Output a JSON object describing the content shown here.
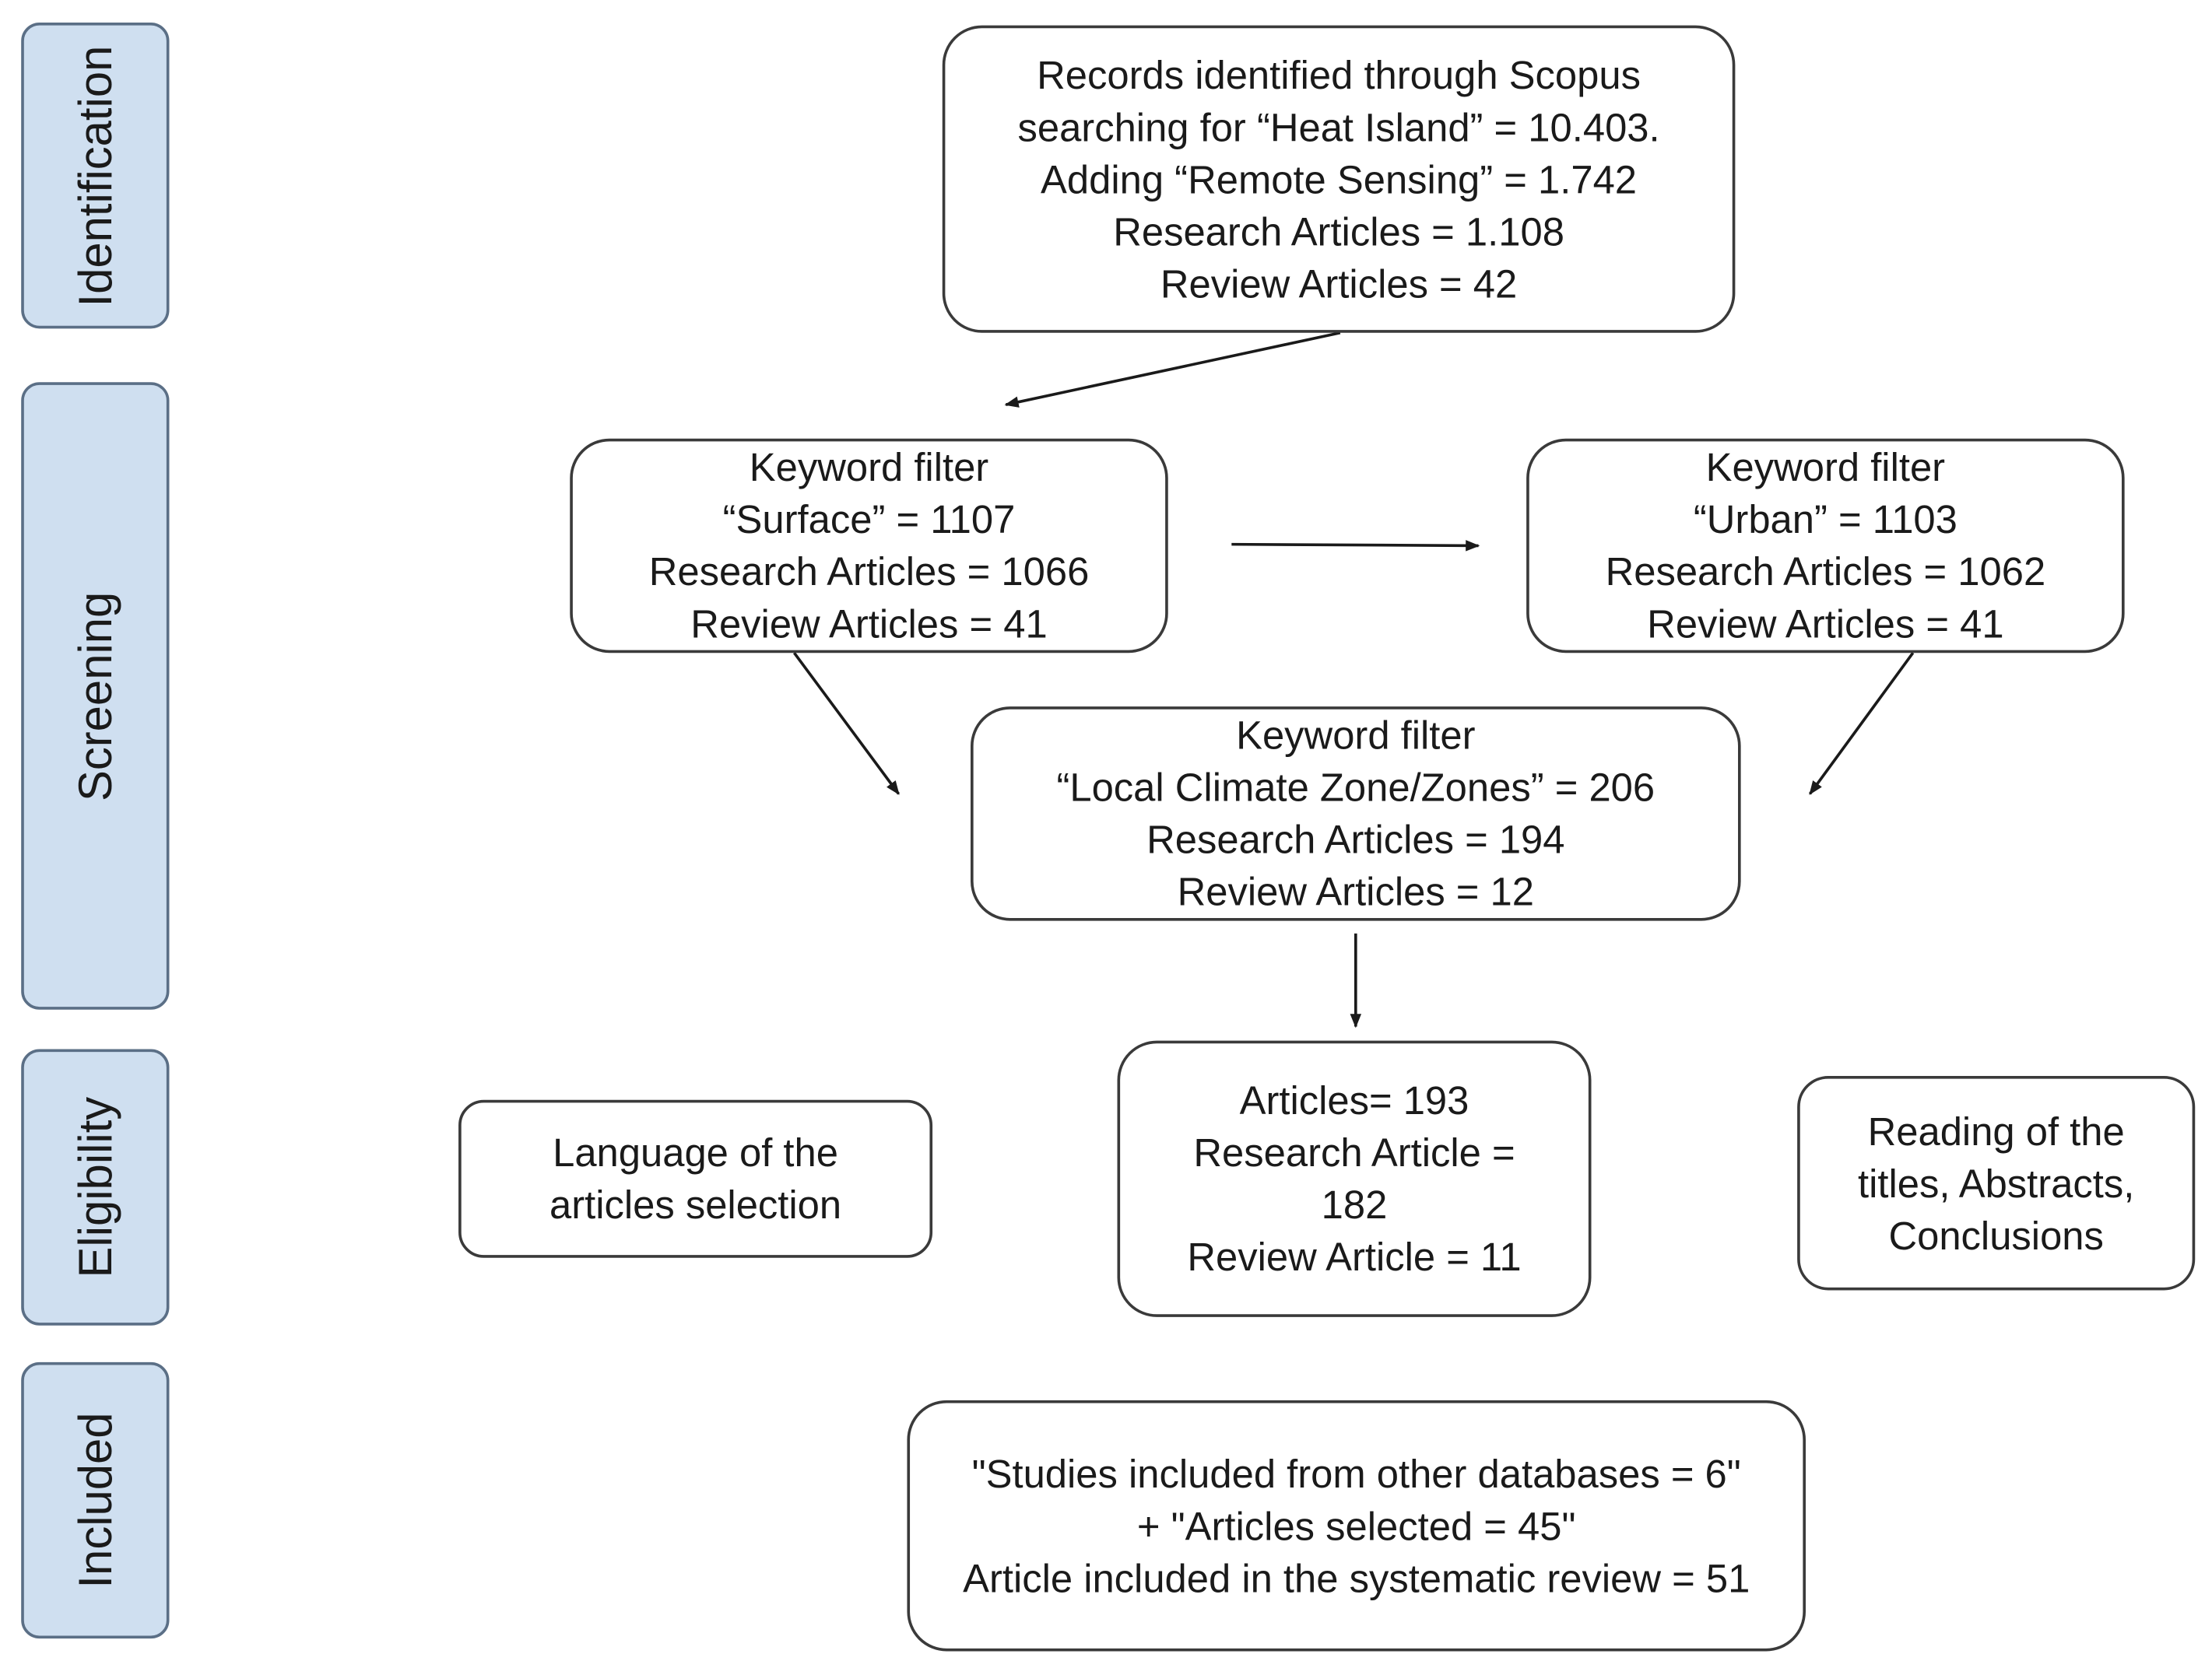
{
  "phases": {
    "identification": "Identification",
    "screening": "Screening",
    "eligibility": "Eligibility",
    "included": "Included"
  },
  "boxes": {
    "scopus": {
      "lines": [
        "Records identified through Scopus",
        "searching for “Heat Island” = 10.403.",
        "Adding “Remote Sensing” = 1.742",
        "Research Articles = 1.108",
        "Review Articles = 42"
      ]
    },
    "surface": {
      "lines": [
        "Keyword filter",
        "“Surface” = 1107",
        "Research Articles = 1066",
        "Review Articles = 41"
      ]
    },
    "urban": {
      "lines": [
        "Keyword filter",
        "“Urban” = 1103",
        "Research Articles = 1062",
        "Review Articles = 41"
      ]
    },
    "lcz": {
      "lines": [
        "Keyword filter",
        "“Local Climate Zone/Zones” = 206",
        "Research Articles = 194",
        "Review Articles = 12"
      ]
    },
    "language": {
      "lines": [
        "Language of the",
        "articles selection"
      ]
    },
    "articles": {
      "lines": [
        "Articles= 193",
        "Research Article =",
        "182",
        "Review Article = 11"
      ]
    },
    "reading": {
      "lines": [
        "Reading of the",
        "titles, Abstracts,",
        "Conclusions"
      ]
    },
    "included": {
      "lines": [
        "\"Studies included from other databases = 6\"",
        "+ \"Articles selected = 45\"",
        "Article included in the systematic review = 51"
      ]
    }
  }
}
